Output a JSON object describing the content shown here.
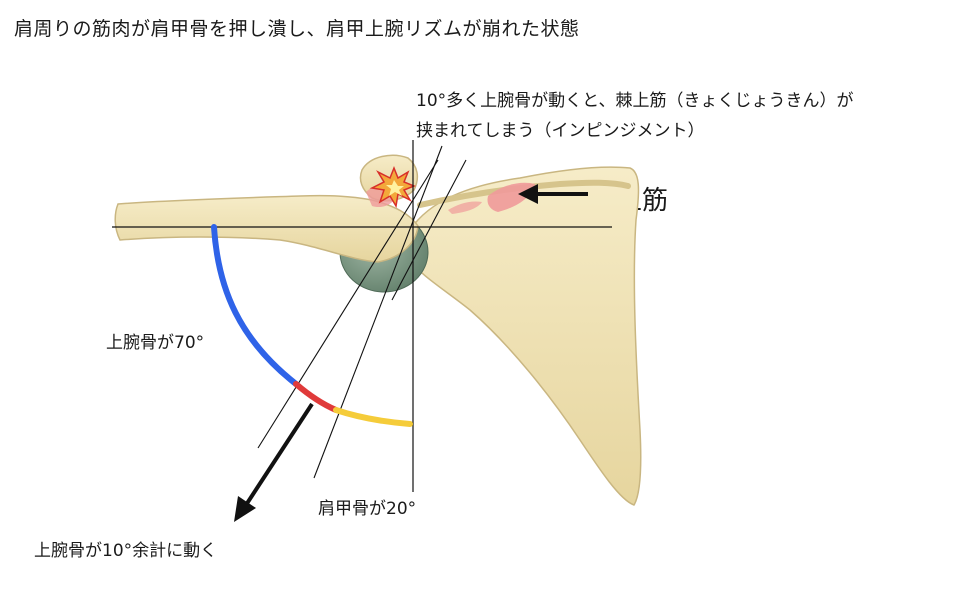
{
  "title": "肩周りの筋肉が肩甲骨を押し潰し、肩甲上腕リズムが崩れた状態",
  "annotations": {
    "impingement_line1": "10°多く上腕骨が動くと、棘上筋（きょくじょうきん）が",
    "impingement_line2": "挟まれてしまう（インピンジメント）",
    "supraspinatus_label": "棘上筋",
    "humerus_70": "上腕骨が70°",
    "scapula_20": "肩甲骨が20°",
    "humerus_extra_10": "上腕骨が10°余計に動く"
  },
  "colors": {
    "bone": "#efe2b4",
    "bone_edge": "#c9b681",
    "humeral_head": "#7f9a86",
    "muscle": "#ef9a9a",
    "arc_blue": "#2f63e8",
    "arc_red": "#e03a3a",
    "arc_yellow": "#f5cc3a",
    "line": "#111111"
  }
}
